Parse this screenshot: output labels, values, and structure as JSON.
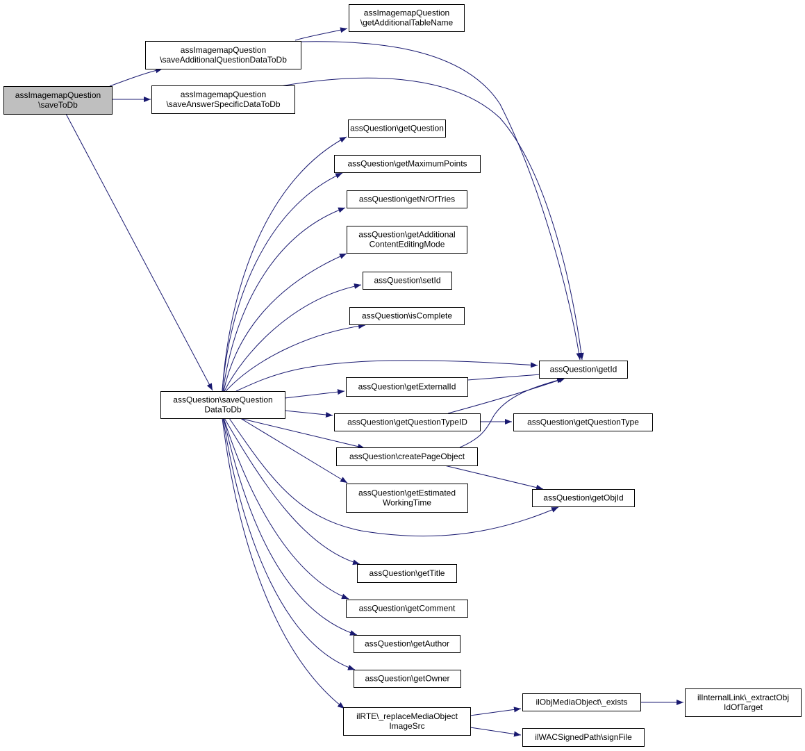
{
  "diagram": {
    "colors": {
      "edge": "#191970",
      "node_border": "#000000",
      "node_fill": "#ffffff",
      "root_fill": "#bfbfbf",
      "background": "#ffffff"
    },
    "nodes": [
      {
        "id": "n0",
        "lines": [
          "assImagemapQuestion",
          "\\saveToDb"
        ],
        "root": true
      },
      {
        "id": "n1",
        "lines": [
          "assImagemapQuestion",
          "\\saveAdditionalQuestionDataToDb"
        ]
      },
      {
        "id": "n2",
        "lines": [
          "assImagemapQuestion",
          "\\saveAnswerSpecificDataToDb"
        ]
      },
      {
        "id": "n3",
        "lines": [
          "assQuestion\\saveQuestion",
          "DataToDb"
        ]
      },
      {
        "id": "n4",
        "lines": [
          "assImagemapQuestion",
          "\\getAdditionalTableName"
        ]
      },
      {
        "id": "n5",
        "lines": [
          "assQuestion\\getId"
        ]
      },
      {
        "id": "n6",
        "lines": [
          "assQuestion\\getQuestion"
        ]
      },
      {
        "id": "n7",
        "lines": [
          "assQuestion\\getMaximumPoints"
        ]
      },
      {
        "id": "n8",
        "lines": [
          "assQuestion\\getNrOfTries"
        ]
      },
      {
        "id": "n9",
        "lines": [
          "assQuestion\\getAdditional",
          "ContentEditingMode"
        ]
      },
      {
        "id": "n10",
        "lines": [
          "assQuestion\\setId"
        ]
      },
      {
        "id": "n11",
        "lines": [
          "assQuestion\\isComplete"
        ]
      },
      {
        "id": "n12",
        "lines": [
          "assQuestion\\getExternalId"
        ]
      },
      {
        "id": "n13",
        "lines": [
          "assQuestion\\getQuestionTypeID"
        ]
      },
      {
        "id": "n14",
        "lines": [
          "assQuestion\\getQuestionType"
        ]
      },
      {
        "id": "n15",
        "lines": [
          "assQuestion\\createPageObject"
        ]
      },
      {
        "id": "n16",
        "lines": [
          "assQuestion\\getEstimated",
          "WorkingTime"
        ]
      },
      {
        "id": "n17",
        "lines": [
          "assQuestion\\getObjId"
        ]
      },
      {
        "id": "n18",
        "lines": [
          "assQuestion\\getTitle"
        ]
      },
      {
        "id": "n19",
        "lines": [
          "assQuestion\\getComment"
        ]
      },
      {
        "id": "n20",
        "lines": [
          "assQuestion\\getAuthor"
        ]
      },
      {
        "id": "n21",
        "lines": [
          "assQuestion\\getOwner"
        ]
      },
      {
        "id": "n22",
        "lines": [
          "ilRTE\\_replaceMediaObject",
          "ImageSrc"
        ]
      },
      {
        "id": "n23",
        "lines": [
          "ilObjMediaObject\\_exists"
        ]
      },
      {
        "id": "n24",
        "lines": [
          "ilWACSignedPath\\signFile"
        ]
      },
      {
        "id": "n25",
        "lines": [
          "ilInternalLink\\_extractObj",
          "IdOfTarget"
        ]
      }
    ],
    "edges": [
      {
        "from": "n0",
        "to": "n1"
      },
      {
        "from": "n0",
        "to": "n2"
      },
      {
        "from": "n0",
        "to": "n3"
      },
      {
        "from": "n1",
        "to": "n4"
      },
      {
        "from": "n1",
        "to": "n5"
      },
      {
        "from": "n2",
        "to": "n5"
      },
      {
        "from": "n3",
        "to": "n6"
      },
      {
        "from": "n3",
        "to": "n7"
      },
      {
        "from": "n3",
        "to": "n8"
      },
      {
        "from": "n3",
        "to": "n9"
      },
      {
        "from": "n3",
        "to": "n10"
      },
      {
        "from": "n3",
        "to": "n11"
      },
      {
        "from": "n3",
        "to": "n5"
      },
      {
        "from": "n3",
        "to": "n12"
      },
      {
        "from": "n3",
        "to": "n13"
      },
      {
        "from": "n3",
        "to": "n15"
      },
      {
        "from": "n3",
        "to": "n16"
      },
      {
        "from": "n3",
        "to": "n17"
      },
      {
        "from": "n3",
        "to": "n18"
      },
      {
        "from": "n3",
        "to": "n19"
      },
      {
        "from": "n3",
        "to": "n20"
      },
      {
        "from": "n3",
        "to": "n21"
      },
      {
        "from": "n3",
        "to": "n22"
      },
      {
        "from": "n12",
        "to": "n5"
      },
      {
        "from": "n13",
        "to": "n5"
      },
      {
        "from": "n13",
        "to": "n14"
      },
      {
        "from": "n15",
        "to": "n5"
      },
      {
        "from": "n15",
        "to": "n17"
      },
      {
        "from": "n22",
        "to": "n23"
      },
      {
        "from": "n22",
        "to": "n24"
      },
      {
        "from": "n23",
        "to": "n25"
      }
    ]
  }
}
